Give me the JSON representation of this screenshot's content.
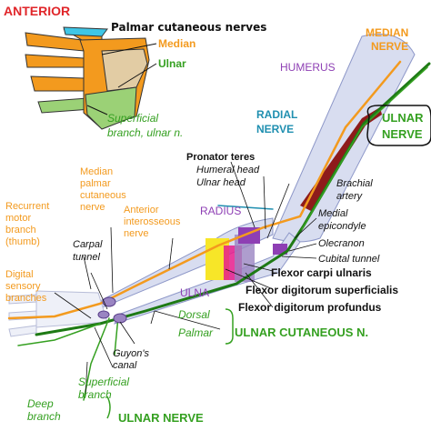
{
  "colors": {
    "median": "#F39A1E",
    "ulnar": "#35A021",
    "ulnar_light": "#9BD176",
    "radial": "#1F8FB0",
    "humerus_label": "#8E3FB4",
    "radius_label": "#8E3FB4",
    "ulna_label": "#8E3FB4",
    "anterior": "#E0262A",
    "black": "#111111",
    "bone": "#D8DDF0",
    "flexor_carpi": "#E61C8C",
    "fds": "#F7E628",
    "fdp": "#9A85C2",
    "brachial": "#8E1B1B",
    "purple": "#8E3FB4"
  },
  "title": "ANTERIOR",
  "inset": {
    "heading": "Palmar cutaneous nerves",
    "median": "Median",
    "ulnar": "Ulnar",
    "superficial_line1": "Superficial",
    "superficial_line2": "branch, ulnar n."
  },
  "labels": {
    "median_nerve_1": "MEDIAN",
    "median_nerve_2": "NERVE",
    "humerus": "HUMERUS",
    "radial_nerve_1": "RADIAL",
    "radial_nerve_2": "NERVE",
    "ulnar_nerve_top_1": "ULNAR",
    "ulnar_nerve_top_2": "NERVE",
    "pronator_teres": "Pronator teres",
    "humeral_head": "Humeral head",
    "ulnar_head": "Ulnar head",
    "brachial_1": "Brachial",
    "brachial_2": "artery",
    "medial_epi_1": "Medial",
    "medial_epi_2": "epicondyle",
    "olecranon": "Olecranon",
    "cubital_tunnel": "Cubital tunnel",
    "fcu": "Flexor carpi ulnaris",
    "fds": "Flexor digitorum superficialis",
    "fdp": "Flexor digitorum profundus",
    "radius": "RADIUS",
    "ulna": "ULNA",
    "median_palmar_1": "Median",
    "median_palmar_2": "palmar",
    "median_palmar_3": "cutaneous",
    "median_palmar_4": "nerve",
    "ant_inter_1": "Anterior",
    "ant_inter_2": "interosseous",
    "ant_inter_3": "nerve",
    "recurrent_1": "Recurrent",
    "recurrent_2": "motor",
    "recurrent_3": "branch",
    "recurrent_4": "(thumb)",
    "carpal_1": "Carpal",
    "carpal_2": "tunnel",
    "digital_1": "Digital",
    "digital_2": "sensory",
    "digital_3": "branches",
    "dorsal": "Dorsal",
    "palmar": "Palmar",
    "ulnar_cutaneous": "ULNAR CUTANEOUS N.",
    "guyons_1": "Guyon's",
    "guyons_2": "canal",
    "superficial_1": "Superficial",
    "superficial_2": "branch",
    "deep_1": "Deep",
    "deep_2": "branch",
    "ulnar_nerve_bottom": "ULNAR NERVE"
  }
}
